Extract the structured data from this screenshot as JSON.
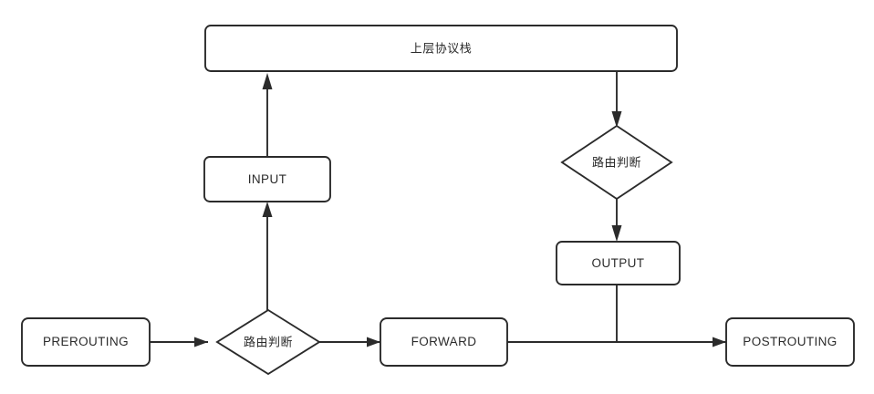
{
  "diagram": {
    "title": "Netfilter packet traversal flowchart",
    "background_color": "#ffffff",
    "stroke_color": "#2b2b2b",
    "fill_color": "#ffffff",
    "nodes": {
      "upper_protocol_stack": {
        "label": "上层协议栈",
        "shape": "rounded-rect"
      },
      "input": {
        "label": "INPUT",
        "shape": "rounded-rect"
      },
      "output": {
        "label": "OUTPUT",
        "shape": "rounded-rect"
      },
      "prerouting": {
        "label": "PREROUTING",
        "shape": "rounded-rect"
      },
      "forward": {
        "label": "FORWARD",
        "shape": "rounded-rect"
      },
      "postrouting": {
        "label": "POSTROUTING",
        "shape": "rounded-rect"
      },
      "routing_decision_left": {
        "label": "路由判断",
        "shape": "diamond"
      },
      "routing_decision_right": {
        "label": "路由判断",
        "shape": "diamond"
      }
    },
    "edges": [
      {
        "name": "prerouting-to-routing-left",
        "from": "prerouting",
        "to": "routing_decision_left",
        "arrow": true
      },
      {
        "name": "routing-left-to-input",
        "from": "routing_decision_left",
        "to": "input",
        "arrow": true
      },
      {
        "name": "input-to-upper-stack",
        "from": "input",
        "to": "upper_protocol_stack",
        "arrow": true
      },
      {
        "name": "routing-left-to-forward",
        "from": "routing_decision_left",
        "to": "forward",
        "arrow": true
      },
      {
        "name": "upper-stack-to-routing-right",
        "from": "upper_protocol_stack",
        "to": "routing_decision_right",
        "arrow": true
      },
      {
        "name": "routing-right-to-output",
        "from": "routing_decision_right",
        "to": "output",
        "arrow": true
      },
      {
        "name": "output-to-trunk",
        "from": "output",
        "to": "postrouting_trunk",
        "arrow": false
      },
      {
        "name": "forward-to-postrouting",
        "from": "forward",
        "to": "postrouting",
        "arrow": true
      }
    ]
  }
}
